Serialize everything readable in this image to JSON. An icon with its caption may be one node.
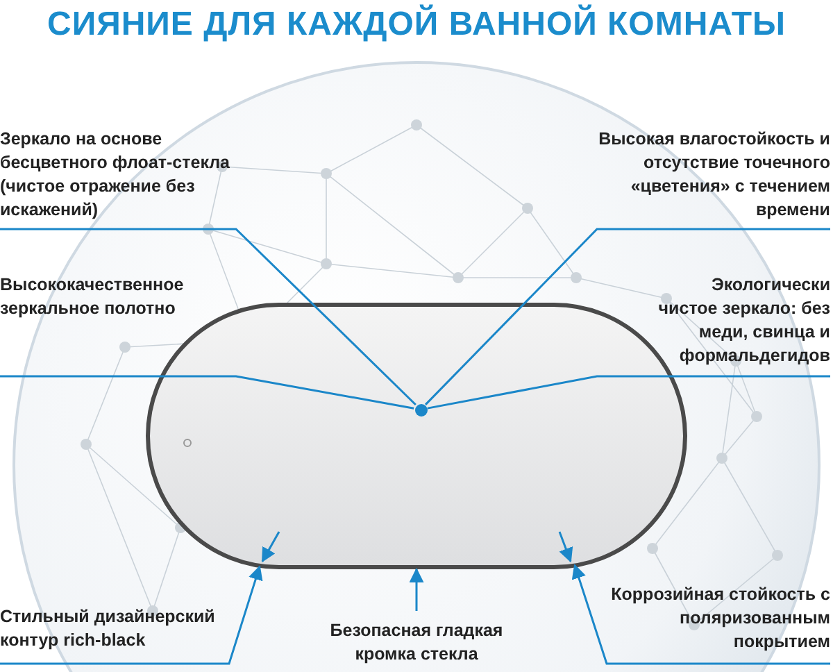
{
  "diagram": {
    "title": "СИЯНИЕ ДЛЯ КАЖДОЙ ВАННОЙ КОМНАТЫ",
    "nodes": [
      {
        "text": [
          "Зеркало на основе бесцветного флоат-стекла (чистое отражение без искажений)"
        ]
      },
      {
        "text": [
          "Высокая влагостойкость и отсутствие точечного «цветения» с течением времени"
        ]
      },
      {
        "text": [
          "Высококачественное зеркальное полотно"
        ]
      },
      {
        "text": [
          "Экологически чистое зеркало: без меди, свинца и формальдегидов"
        ]
      },
      {
        "text": [],
        "shape": "box"
      },
      {
        "text": [],
        "shape": "circle",
        "in": 4
      },
      {
        "text": [
          "Стильный дизайнерский контур rich-black"
        ]
      },
      {
        "text": [
          "Безопасная гладкая кромка стекла"
        ]
      },
      {
        "text": [
          "Коррозийная стойкость с поляризованным покрытием"
        ]
      }
    ],
    "edges": [
      {
        "from": 0,
        "to": 5,
        "arrow": "none"
      },
      {
        "from": 1,
        "to": 5,
        "arrow": "none"
      },
      {
        "from": 2,
        "to": 5,
        "arrow": "none"
      },
      {
        "from": 3,
        "to": 5,
        "arrow": "none"
      },
      {
        "from": 6,
        "to": 4,
        "arrow": "to"
      },
      {
        "from": 7,
        "to": 4,
        "arrow": "to"
      },
      {
        "from": 8,
        "to": 4,
        "arrow": "to"
      },
      {
        "from": null,
        "to": 4,
        "arrow": "to"
      },
      {
        "from": null,
        "to": 4,
        "arrow": "to"
      }
    ]
  }
}
